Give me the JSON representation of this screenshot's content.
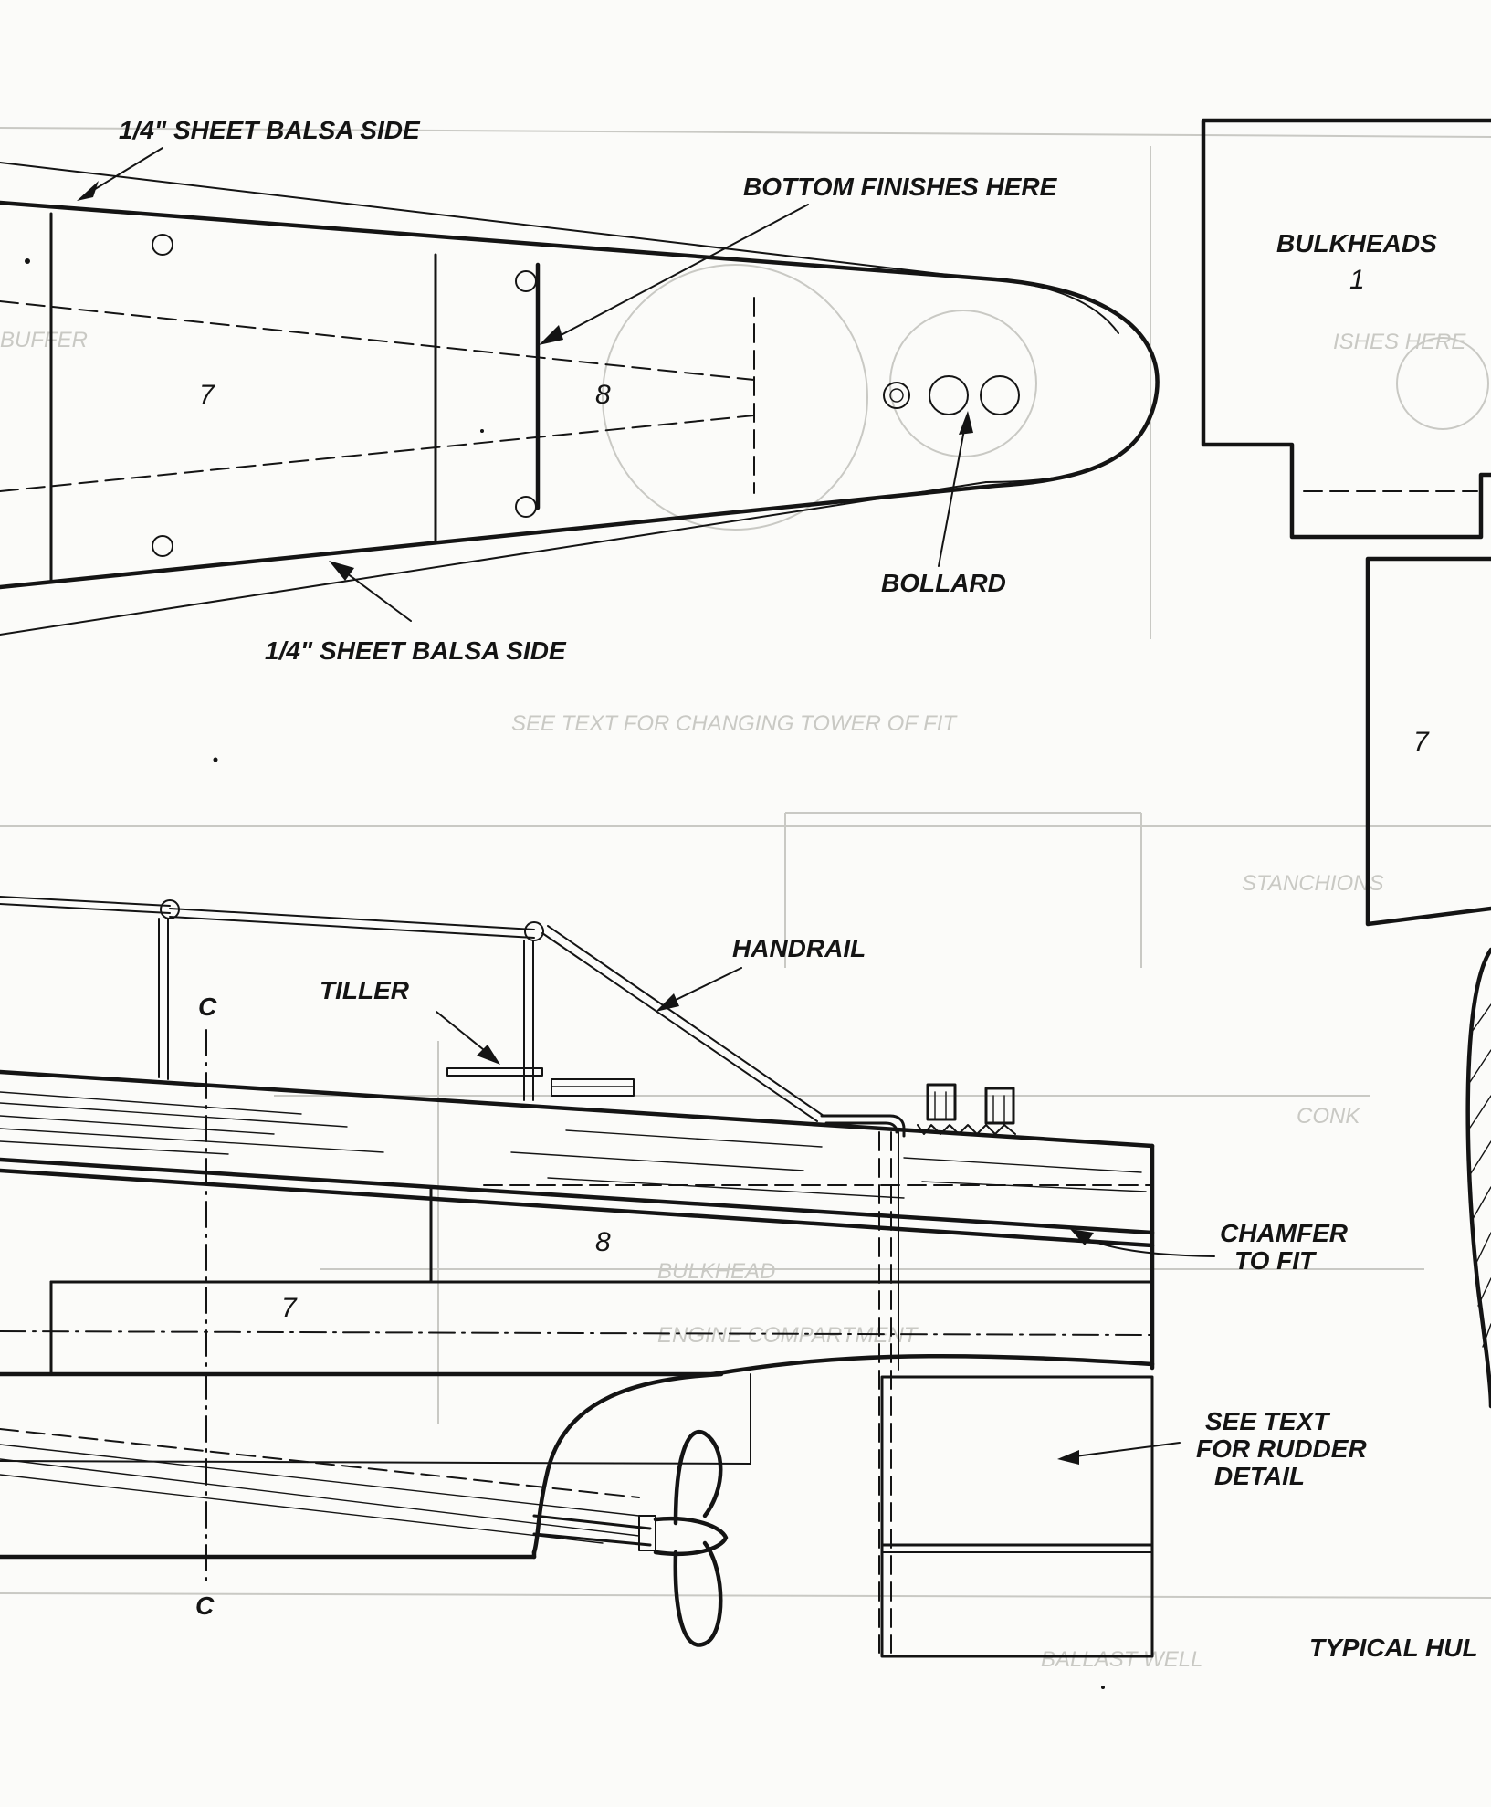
{
  "labels": {
    "sheet_balsa_side_top": "1/4\" SHEET BALSA SIDE",
    "sheet_balsa_side_bottom": "1/4\" SHEET BALSA SIDE",
    "bottom_finishes_here": "BOTTOM FINISHES HERE",
    "bollard": "BOLLARD",
    "bulkheads": "BULKHEADS",
    "bulkhead_number": "1",
    "bulkhead_7": "7",
    "handrail": "HANDRAIL",
    "tiller": "TILLER",
    "centerline_top": "C",
    "centerline_bottom": "C",
    "chamfer_line1": "CHAMFER",
    "chamfer_line2": "TO FIT",
    "rudder_line1": "SEE TEXT",
    "rudder_line2": "FOR RUDDER",
    "rudder_line3": "DETAIL",
    "typical_hull": "TYPICAL HUL"
  },
  "section_numbers": {
    "plan_7": "7",
    "plan_8": "8",
    "side_8": "8",
    "side_7": "7"
  },
  "colors": {
    "ink": "#141414",
    "paper": "#fbfbf9",
    "show_through": "#c9c9c4"
  }
}
